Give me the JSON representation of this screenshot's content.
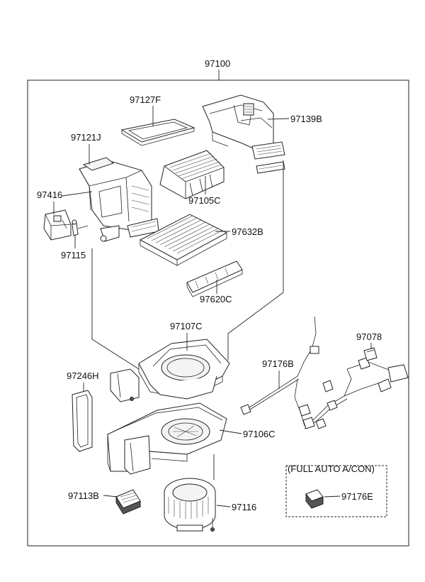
{
  "assembly_number": "97100",
  "parts": [
    {
      "id": "p97127F",
      "label": "97127F"
    },
    {
      "id": "p97139B",
      "label": "97139B"
    },
    {
      "id": "p97121J",
      "label": "97121J"
    },
    {
      "id": "p97105C",
      "label": "97105C"
    },
    {
      "id": "p97416",
      "label": "97416"
    },
    {
      "id": "p97632B",
      "label": "97632B"
    },
    {
      "id": "p97115",
      "label": "97115"
    },
    {
      "id": "p97620C",
      "label": "97620C"
    },
    {
      "id": "p97107C",
      "label": "97107C"
    },
    {
      "id": "p97078",
      "label": "97078"
    },
    {
      "id": "p97246H",
      "label": "97246H"
    },
    {
      "id": "p97176B",
      "label": "97176B"
    },
    {
      "id": "p97106C",
      "label": "97106C"
    },
    {
      "id": "p97113B",
      "label": "97113B"
    },
    {
      "id": "p97116",
      "label": "97116"
    },
    {
      "id": "p97176E",
      "label": "97176E"
    }
  ],
  "option_box": {
    "title": "(FULL AUTO A/CON)"
  }
}
